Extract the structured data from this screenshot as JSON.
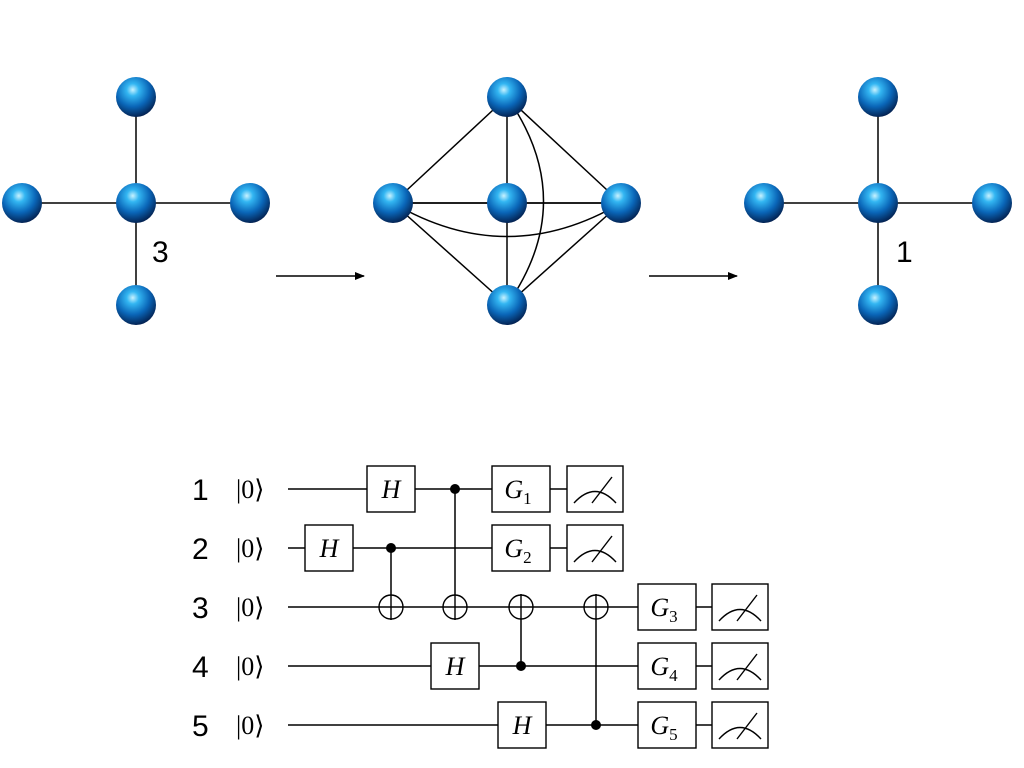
{
  "graph_transform": {
    "left_graph": {
      "edge_label": "3"
    },
    "right_graph": {
      "edge_label": "1"
    }
  },
  "circuit": {
    "qubits": [
      {
        "index": "1",
        "ket": "|0⟩",
        "gate": "G",
        "gate_sub": "1"
      },
      {
        "index": "2",
        "ket": "|0⟩",
        "gate": "G",
        "gate_sub": "2"
      },
      {
        "index": "3",
        "ket": "|0⟩",
        "gate": "G",
        "gate_sub": "3"
      },
      {
        "index": "4",
        "ket": "|0⟩",
        "gate": "G",
        "gate_sub": "4"
      },
      {
        "index": "5",
        "ket": "|0⟩",
        "gate": "G",
        "gate_sub": "5"
      }
    ],
    "hadamard_label": "H"
  }
}
